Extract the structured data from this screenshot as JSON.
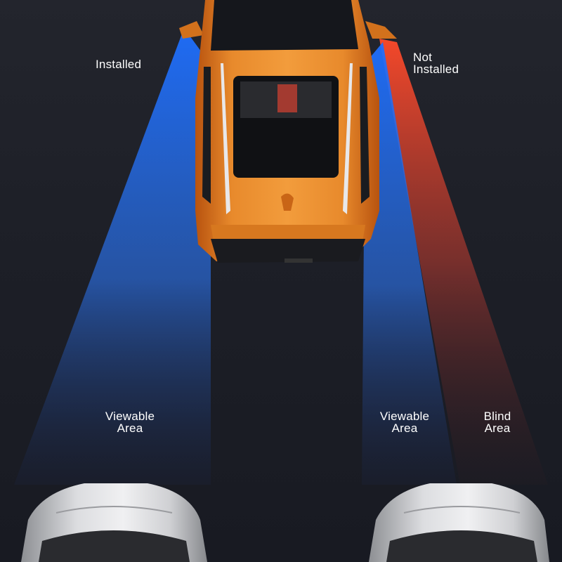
{
  "labels": {
    "installed": "Installed",
    "not_installed_line1": "Not",
    "not_installed_line2": "Installed",
    "viewable_left_line1": "Viewable",
    "viewable_left_line2": "Area",
    "viewable_right_line1": "Viewable",
    "viewable_right_line2": "Area",
    "blind_line1": "Blind",
    "blind_line2": "Area"
  },
  "colors": {
    "background": "#1b1d25",
    "viewable_beam": "#1e6fff",
    "blind_beam": "#ff4a2a",
    "main_car_body": "#e07a1e",
    "rear_car_body": "#c9cacc"
  }
}
